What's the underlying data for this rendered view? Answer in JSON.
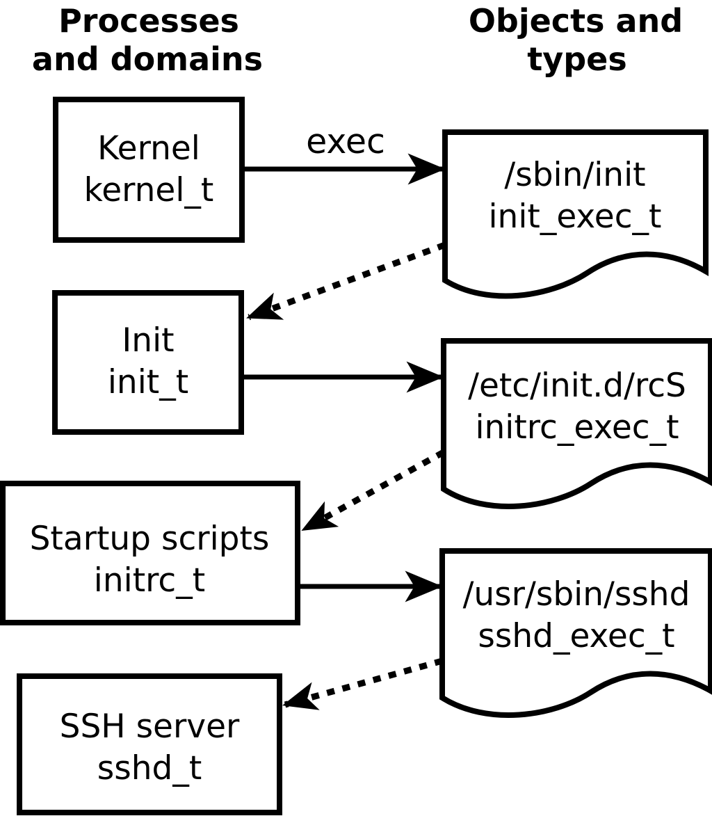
{
  "page": {
    "background": "#ffffff",
    "foreground": "#000000"
  },
  "headers": {
    "left": {
      "line1": "Processes",
      "line2": "and domains"
    },
    "right": {
      "line1": "Objects and",
      "line2": "types"
    }
  },
  "processes": [
    {
      "name": "Kernel",
      "domain": "kernel_t"
    },
    {
      "name": "Init",
      "domain": "init_t"
    },
    {
      "name": "Startup scripts",
      "domain": "initrc_t"
    },
    {
      "name": "SSH server",
      "domain": "sshd_t"
    }
  ],
  "objects": [
    {
      "path": "/sbin/init",
      "type": "init_exec_t"
    },
    {
      "path": "/etc/init.d/rcS",
      "type": "initrc_exec_t"
    },
    {
      "path": "/usr/sbin/sshd",
      "type": "sshd_exec_t"
    }
  ],
  "labels": {
    "exec": "exec"
  }
}
